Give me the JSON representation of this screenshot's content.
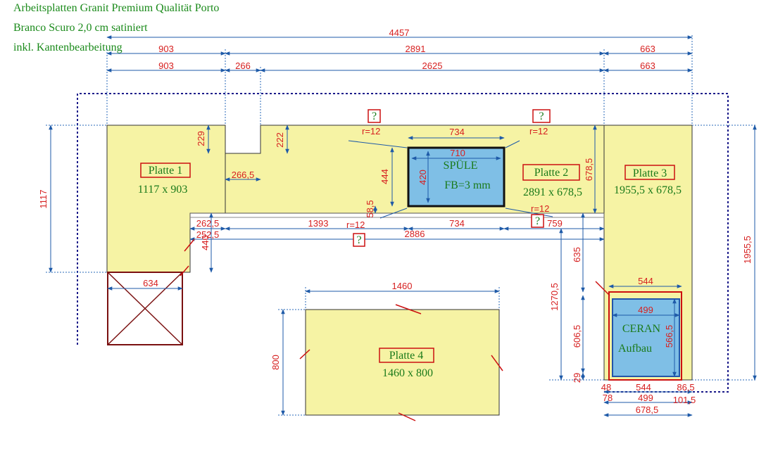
{
  "title": {
    "line1": "Arbeitsplatten Granit Premium Qualität Porto",
    "line2": "Branco Scuro 2,0 cm satiniert",
    "line3": "inkl. Kantenbearbeitung"
  },
  "plates": {
    "p1": {
      "name": "Platte 1",
      "size": "1117 x 903"
    },
    "p2": {
      "name": "Platte 2",
      "size": "2891 x 678,5"
    },
    "p3": {
      "name": "Platte 3",
      "size": "1955,5 x 678,5"
    },
    "p4": {
      "name": "Platte 4",
      "size": "1460 x 800"
    }
  },
  "cutouts": {
    "sink": {
      "line1": "SPÜLE",
      "line2": "FB=3 mm"
    },
    "cooktop": {
      "line1": "CERAN",
      "line2": "Aufbau"
    }
  },
  "question": "?",
  "radii": {
    "r1": "r=12",
    "r2": "r=12",
    "r3": "r=12",
    "r4": "r=12"
  },
  "dims": {
    "total": "4457",
    "top_903": "903",
    "top_2891": "2891",
    "top_663": "663",
    "row2_903": "903",
    "row2_266": "266",
    "row2_2625": "2625",
    "row2_663": "663",
    "h1117": "1117",
    "h229": "229",
    "h222": "222",
    "w266_5": "266,5",
    "sink_734": "734",
    "sink_710": "710",
    "sink_444": "444",
    "sink_420": "420",
    "h678_5": "678,5",
    "h58_5": "58,5",
    "d262_5": "262,5",
    "d252_5": "252,5",
    "d1393": "1393",
    "d734b": "734",
    "d2886": "2886",
    "d440": "440",
    "d759": "759",
    "w634": "634",
    "h635": "635",
    "h1270_5": "1270,5",
    "h606_5": "606,5",
    "h29": "29",
    "h1955_5": "1955,5",
    "w544": "544",
    "w499": "499",
    "h566_5": "566,5",
    "b48": "48",
    "b544": "544",
    "b86_5": "86,5",
    "b78": "78",
    "b499": "499",
    "b101_5": "101,5",
    "b678_5": "678,5",
    "w1460": "1460",
    "h800": "800"
  }
}
